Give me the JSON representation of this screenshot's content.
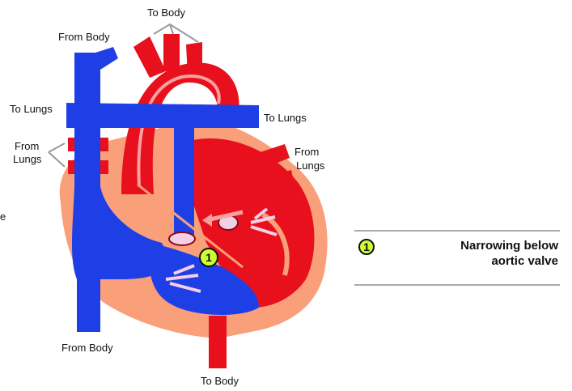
{
  "labels": {
    "to_body_top": "To Body",
    "from_body_top": "From Body",
    "to_lungs_left": "To Lungs",
    "to_lungs_right": "To Lungs",
    "from_lungs_left_1": "From",
    "from_lungs_left_2": "Lungs",
    "from_lungs_right_1": "From",
    "from_lungs_right_2": "Lungs",
    "from_body_bottom": "From Body",
    "to_body_bottom": "To Body",
    "edge_fragment": "e",
    "marker": "1"
  },
  "legend": {
    "number": "1",
    "line1": "Narrowing below",
    "line2": "aortic valve"
  },
  "colors": {
    "oxygenated": "#e8101c",
    "deoxygenated": "#1f3fe6",
    "heart_wall": "#f9a07a",
    "marker_fill": "#ccff33",
    "valve": "#f3d0e6"
  }
}
